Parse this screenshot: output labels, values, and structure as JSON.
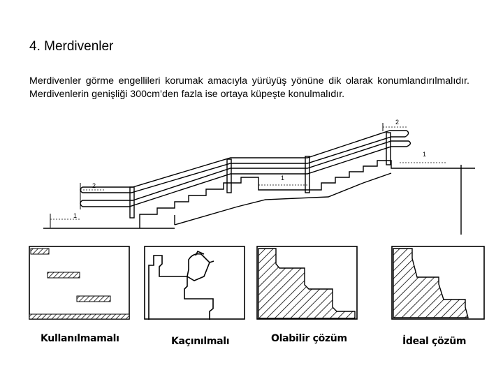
{
  "heading": "4. Merdivenler",
  "paragraph": "Merdivenler görme engellileri korumak amacıyla yürüyüş yönüne dik olarak konumlandırılmalıdır. Merdivenlerin genişliği 300cm’den fazla ise ortaya küpeşte konulmalıdır.",
  "stair_figure": {
    "dimension_labels": [
      "2",
      "1",
      "2",
      "1",
      "1"
    ]
  },
  "captions": {
    "kullanilmamali": "Kullanılmamalı",
    "kacinilmali": "Kaçınılmalı",
    "olabilir": "Olabilir çözüm",
    "ideal": "İdeal çözüm"
  }
}
